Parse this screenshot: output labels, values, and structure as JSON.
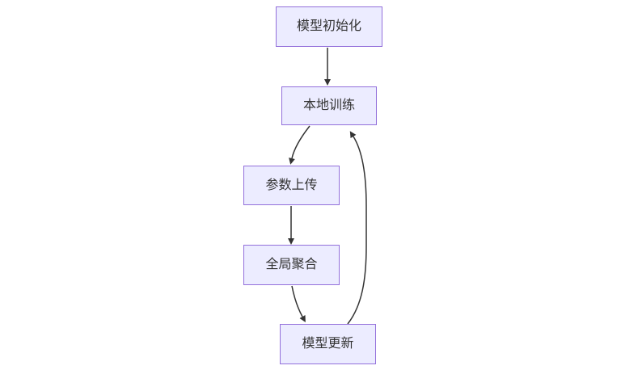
{
  "diagram": {
    "type": "flowchart",
    "direction": "top-down",
    "nodes": [
      {
        "id": "model-init",
        "label": "模型初始化"
      },
      {
        "id": "local-train",
        "label": "本地训练"
      },
      {
        "id": "param-upload",
        "label": "参数上传"
      },
      {
        "id": "global-agg",
        "label": "全局聚合"
      },
      {
        "id": "model-update",
        "label": "模型更新"
      }
    ],
    "edges": [
      {
        "from": "模型初始化",
        "to": "本地训练"
      },
      {
        "from": "本地训练",
        "to": "参数上传"
      },
      {
        "from": "参数上传",
        "to": "全局聚合"
      },
      {
        "from": "全局聚合",
        "to": "模型更新"
      },
      {
        "from": "模型更新",
        "to": "本地训练"
      }
    ],
    "colors": {
      "node_fill": "#ECECFF",
      "node_border": "#9370DB",
      "edge": "#333333",
      "text": "#333333",
      "background": "#FFFFFF"
    }
  }
}
